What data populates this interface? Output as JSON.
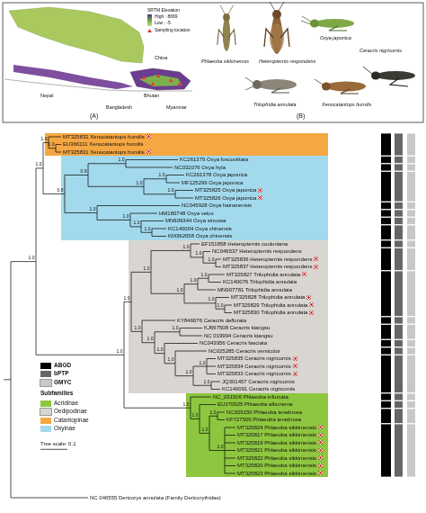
{
  "diagram": {
    "nodes": [
      {
        "text": [
          "MT325832 Xenocatantops humilis",
          "EU366111 Xenocatantops humilis",
          "MT325831 Xenocatantops humilis"
        ]
      },
      {
        "text": [
          "KC261379 Oxya fuscovittata",
          "NC032076 Oxya hyla",
          "KC261378 Oxya japonica",
          "MF125299 Oxya japonica",
          "MT325825 Oxya japonica",
          "MT325826 Oxya japonica",
          "NC045928 Oxya hainanensis",
          "HM180748 Oxya velox",
          "MN609344 Oxya sinuosa",
          "KC140004 Oxya chinensis",
          "KM362658 Oxya chinensis"
        ]
      },
      {
        "text": [
          "EF151858 Heteropternis couloniana",
          "NC046537 Heteropternis respondens",
          "MT325836 Heteropternis respondens",
          "MT325837 Heteropternis respondens",
          "MT325827 Trilophidia annulata",
          "KC140076 Trilophidia annulata",
          "MN907781 Trilophidia annulata",
          "MT325828 Trilophidia annulata",
          "MT325829 Trilophidia annulata",
          "MT325830 Trilophidia annulata",
          "KY846676 Ceracris deflorata",
          "KJ667508 Ceracris kiangsu",
          "NC 019994 Ceracris kiangsu",
          "NC043956 Ceracris fasciata",
          "NC025285 Ceracris versicolor",
          "MT325835 Ceracris nigricornis",
          "MT325834 Ceracris nigricornis",
          "MT325833 Ceracris nigricornis",
          "JQ301457 Ceracris nigricornis",
          "KC140091 Ceracris nigricornis"
        ]
      },
      {
        "text": [
          "NC_031506 Phlaeoba infumata",
          "EU370925 Phlaeoba albonema",
          "NC029150 Phlaeoba tenebrosa",
          "KF727509 Phlaeoba tenebrosa",
          "MT325824 Phlaeoba sikkimensis",
          "MT325817 Phlaeoba sikkimensis",
          "MT325819 Phlaeoba sikkimensis",
          "MT325821 Phlaeoba sikkimensis",
          "MT325822 Phlaeoba sikkimensis",
          "MT325820 Phlaeoba sikkimensis",
          "MT325823 Phlaeoba sikkimensis"
        ]
      }
    ],
    "labels": [
      "(A)",
      "(B)",
      "SRTM Elevation",
      "High : 8669",
      "Low : -5",
      "Sampling location",
      "China",
      "Nepal",
      "Bhutan",
      "Bangladesh",
      "Myanmar",
      "Oxya japonica",
      "Phlaeoba sikkimensis",
      "Heteropternis respondens",
      "Ceracris nigricornis",
      "Trilophidia annulata",
      "Xenocatantops humilis",
      "NC 046555 Dericorys annulata (Family Dericorythidae)",
      "Tree scale: 0.1",
      "Subfamilies",
      "1.0",
      "1.0",
      "1.0",
      "1.0",
      "0.8",
      "0.9",
      "1.0",
      "1.0",
      "1.0",
      "1.0",
      "1.0",
      "1.0",
      "1.0",
      "1.0",
      "1.0",
      "1.0",
      "1.0",
      "1.0",
      "1.0",
      "1.0",
      "1.0",
      "1.0",
      "1.0",
      "1.0",
      "1.0",
      "1.0",
      "1.0",
      "1.0",
      "1.0",
      "1.0",
      "1.0",
      "1.0",
      "1.0",
      "1.0",
      "1.0",
      "1.0",
      "1.0",
      "1.0"
    ],
    "legend": [
      {
        "text": "ABGD",
        "color": "#000000"
      },
      {
        "text": "bPTP",
        "color": "#666666"
      },
      {
        "text": "GMYC",
        "color": "#c8c8c8"
      },
      {
        "text": "Acridinae",
        "color": "#8dc63f"
      },
      {
        "text": "Oedipodinae",
        "color": "#d9d5d0"
      },
      {
        "text": "Catantopinae",
        "color": "#f5a742"
      },
      {
        "text": "Oxyinae",
        "color": "#a3d9ec"
      }
    ]
  }
}
